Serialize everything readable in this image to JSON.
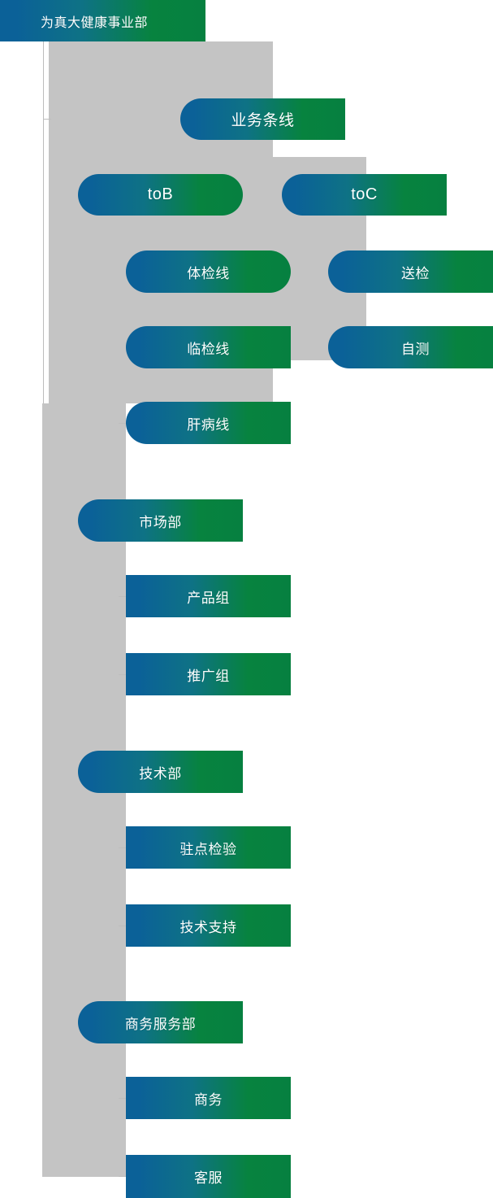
{
  "chart_data": {
    "type": "diagram",
    "title": "为真大健康事业部",
    "orientation": "vertical-tree",
    "palette": {
      "gradient_start": "#0b6198",
      "gradient_end": "#068040",
      "shadow_plate": "#c4c4c4",
      "connector_line": "#bdbdbd",
      "text": "#ffffff",
      "background": "#ffffff"
    },
    "nodes": [
      {
        "id": "root",
        "label": "为真大健康事业部",
        "level": 0,
        "parent": null
      },
      {
        "id": "yewu",
        "label": "业务条线",
        "level": 1,
        "parent": "root"
      },
      {
        "id": "tob",
        "label": "toB",
        "level": 2,
        "parent": "yewu"
      },
      {
        "id": "toc",
        "label": "toC",
        "level": 2,
        "parent": "yewu"
      },
      {
        "id": "tijian",
        "label": "体检线",
        "level": 3,
        "parent": "tob"
      },
      {
        "id": "linjian",
        "label": "临检线",
        "level": 3,
        "parent": "tob"
      },
      {
        "id": "ganbing",
        "label": "肝病线",
        "level": 3,
        "parent": "tob"
      },
      {
        "id": "songjian",
        "label": "送检",
        "level": 3,
        "parent": "toc"
      },
      {
        "id": "zice",
        "label": "自测",
        "level": 3,
        "parent": "toc"
      },
      {
        "id": "shichang",
        "label": "市场部",
        "level": 1,
        "parent": "root"
      },
      {
        "id": "chanpin",
        "label": "产品组",
        "level": 2,
        "parent": "shichang"
      },
      {
        "id": "tuiguang",
        "label": "推广组",
        "level": 2,
        "parent": "shichang"
      },
      {
        "id": "jishu",
        "label": "技术部",
        "level": 1,
        "parent": "root"
      },
      {
        "id": "zhudian",
        "label": "驻点检验",
        "level": 2,
        "parent": "jishu"
      },
      {
        "id": "zhichi",
        "label": "技术支持",
        "level": 2,
        "parent": "jishu"
      },
      {
        "id": "shangwufuwu",
        "label": "商务服务部",
        "level": 1,
        "parent": "root"
      },
      {
        "id": "shangwu",
        "label": "商务",
        "level": 2,
        "parent": "shangwufuwu"
      },
      {
        "id": "kefu",
        "label": "客服",
        "level": 2,
        "parent": "shangwufuwu"
      }
    ]
  },
  "header": {
    "title": "为真大健康事业部"
  },
  "business_line": {
    "label": "业务条线",
    "branches": [
      {
        "label": "toB",
        "children": [
          {
            "label": "体检线"
          },
          {
            "label": "临检线"
          },
          {
            "label": "肝病线"
          }
        ]
      },
      {
        "label": "toC",
        "children": [
          {
            "label": "送检"
          },
          {
            "label": "自测"
          }
        ]
      }
    ]
  },
  "departments": [
    {
      "label": "市场部",
      "teams": [
        {
          "label": "产品组"
        },
        {
          "label": "推广组"
        }
      ]
    },
    {
      "label": "技术部",
      "teams": [
        {
          "label": "驻点检验"
        },
        {
          "label": "技术支持"
        }
      ]
    },
    {
      "label": "商务服务部",
      "teams": [
        {
          "label": "商务"
        },
        {
          "label": "客服"
        }
      ]
    }
  ]
}
